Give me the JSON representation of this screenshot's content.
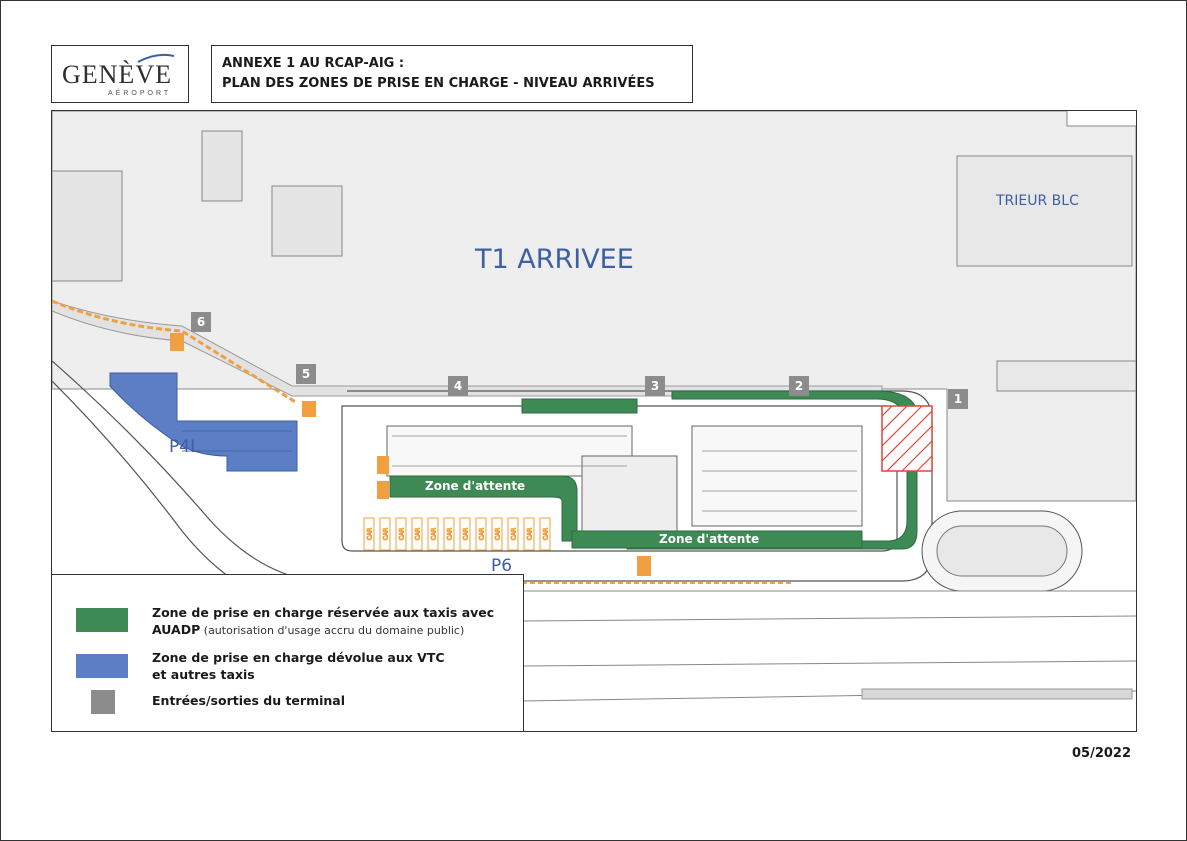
{
  "logo": {
    "word": "GENÈVE",
    "sub": "AÉROPORT"
  },
  "title": {
    "line1": "ANNEXE 1 AU RCAP-AIG :",
    "line2": "PLAN DES ZONES DE PRISE EN CHARGE - NIVEAU ARRIVÉES"
  },
  "map": {
    "terminal_label": "T1 ARRIVEE",
    "trieur_label": "TRIEUR BLC",
    "p4l_label": "P4L",
    "p6_label": "P6",
    "waiting_zone_1": "Zone d'attente",
    "waiting_zone_2": "Zone d'attente",
    "entries": [
      "6",
      "5",
      "4",
      "3",
      "2",
      "1"
    ],
    "car_spot_label": "CAR",
    "colors": {
      "taxi_zone": "#3e8a55",
      "vtc_zone": "#5b7ec4",
      "entry": "#8c8c8c",
      "crosswalk": "#f0a040",
      "hatch": "#e0453a",
      "building": "#eeeeee"
    }
  },
  "legend": {
    "items": [
      {
        "label": "Zone de prise en charge réservée aux taxis avec",
        "label2": "AUADP",
        "note": " (autorisation d'usage accru du domaine public)",
        "color": "#3e8a55"
      },
      {
        "label": "Zone de prise en charge dévolue aux VTC",
        "label2": "et autres taxis",
        "color": "#5b7ec4"
      },
      {
        "label": "Entrées/sorties du terminal",
        "color": "#8c8c8c"
      }
    ]
  },
  "date": "05/2022"
}
